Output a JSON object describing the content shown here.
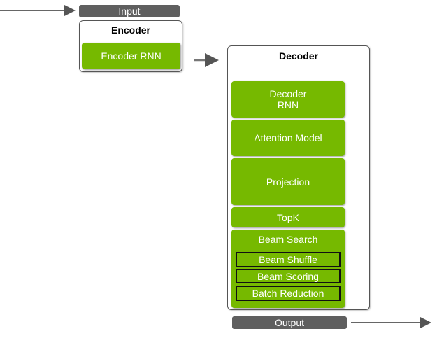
{
  "input_label": "Input",
  "output_label": "Output",
  "encoder": {
    "title": "Encoder",
    "block": "Encoder RNN"
  },
  "decoder": {
    "title": "Decoder",
    "blocks": [
      "Decoder\nRNN",
      "Attention Model",
      "Projection",
      "TopK",
      "Beam Search"
    ],
    "beam_sub": [
      "Beam Shuffle",
      "Beam Scoring",
      "Batch Reduction"
    ]
  },
  "colors": {
    "green": "#76b900",
    "bar": "#5f5f5f"
  }
}
